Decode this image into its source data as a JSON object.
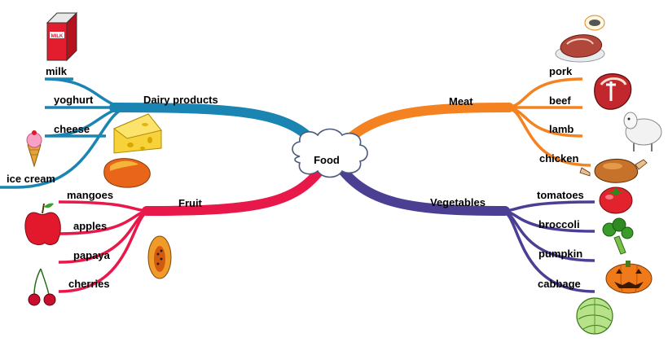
{
  "center": {
    "label": "Food"
  },
  "branches": {
    "dairy": {
      "label": "Dairy products",
      "color": "#1a85b3",
      "items": [
        "milk",
        "yoghurt",
        "cheese",
        "ice cream"
      ]
    },
    "meat": {
      "label": "Meat",
      "color": "#f58220",
      "items": [
        "pork",
        "beef",
        "lamb",
        "chicken"
      ]
    },
    "fruit": {
      "label": "Fruit",
      "color": "#e8194a",
      "items": [
        "mangoes",
        "apples",
        "papaya",
        "cherries"
      ]
    },
    "vegetables": {
      "label": "Vegetables",
      "color": "#4b3f94",
      "items": [
        "tomatoes",
        "broccoli",
        "pumpkin",
        "cabbage"
      ]
    }
  },
  "milk_carton": {
    "brand": "MILK"
  },
  "icons": [
    "milk-carton-icon",
    "cheese-icon",
    "ice-cream-icon",
    "mango-icon",
    "apple-icon",
    "cherries-icon",
    "papaya-icon",
    "pork-icon",
    "steak-icon",
    "lamb-icon",
    "roast-chicken-icon",
    "tomato-icon",
    "broccoli-icon",
    "pumpkin-icon",
    "cabbage-icon"
  ]
}
